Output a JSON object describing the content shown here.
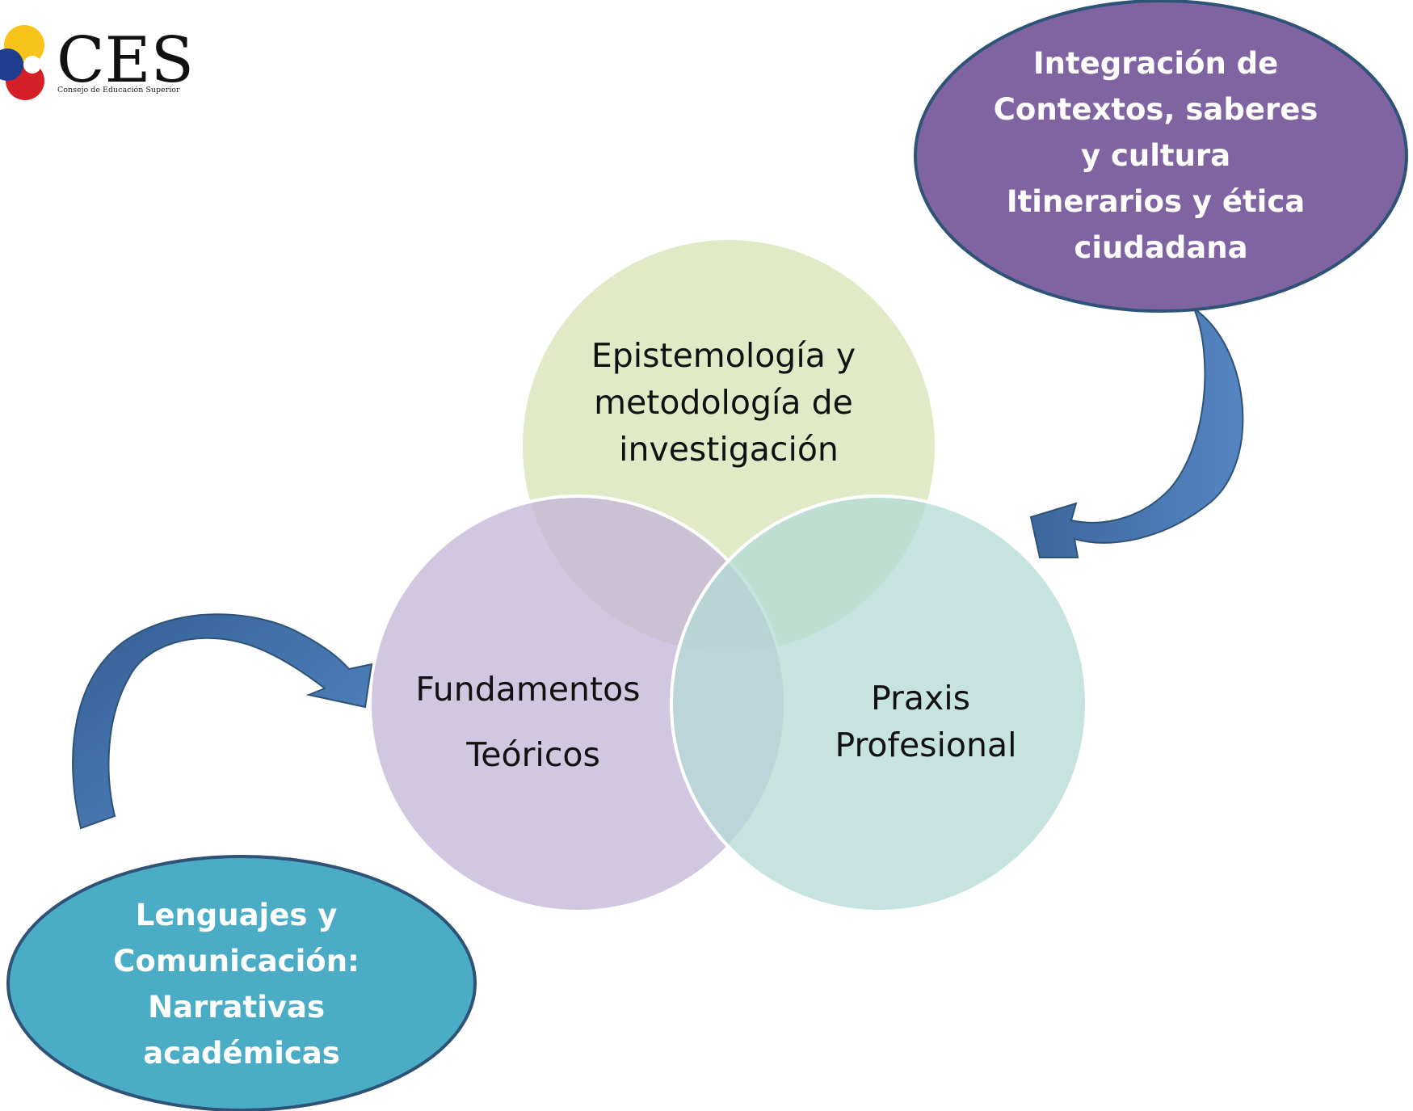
{
  "logo": {
    "wordmark": "CES",
    "subtitle": "Consejo de Educación Superior"
  },
  "venn": {
    "epistemology": {
      "lines": [
        "Epistemología y",
        "metodología de",
        "investigación"
      ],
      "fill": "#d6e3b4"
    },
    "foundations": {
      "lines": [
        "Fundamentos",
        "Teóricos"
      ],
      "fill": "#c3b4d6"
    },
    "praxis": {
      "lines": [
        "Praxis",
        "Profesional"
      ],
      "fill": "#b3dad5"
    }
  },
  "ovals": {
    "integration": {
      "lines": [
        "Integración de",
        "Contextos, saberes",
        "y cultura",
        "Itinerarios y ética",
        "ciudadana"
      ],
      "fill": "#8064a2",
      "stroke": "#2f5376"
    },
    "languages": {
      "lines": [
        "Lenguajes y",
        "Comunicación:",
        "Narrativas",
        "académicas"
      ],
      "fill": "#4bacc6",
      "stroke": "#2f5376"
    }
  },
  "colors": {
    "arrow_fill": "#4f81bd",
    "arrow_dark": "#3b659b",
    "circle_border": "#ffffff"
  }
}
